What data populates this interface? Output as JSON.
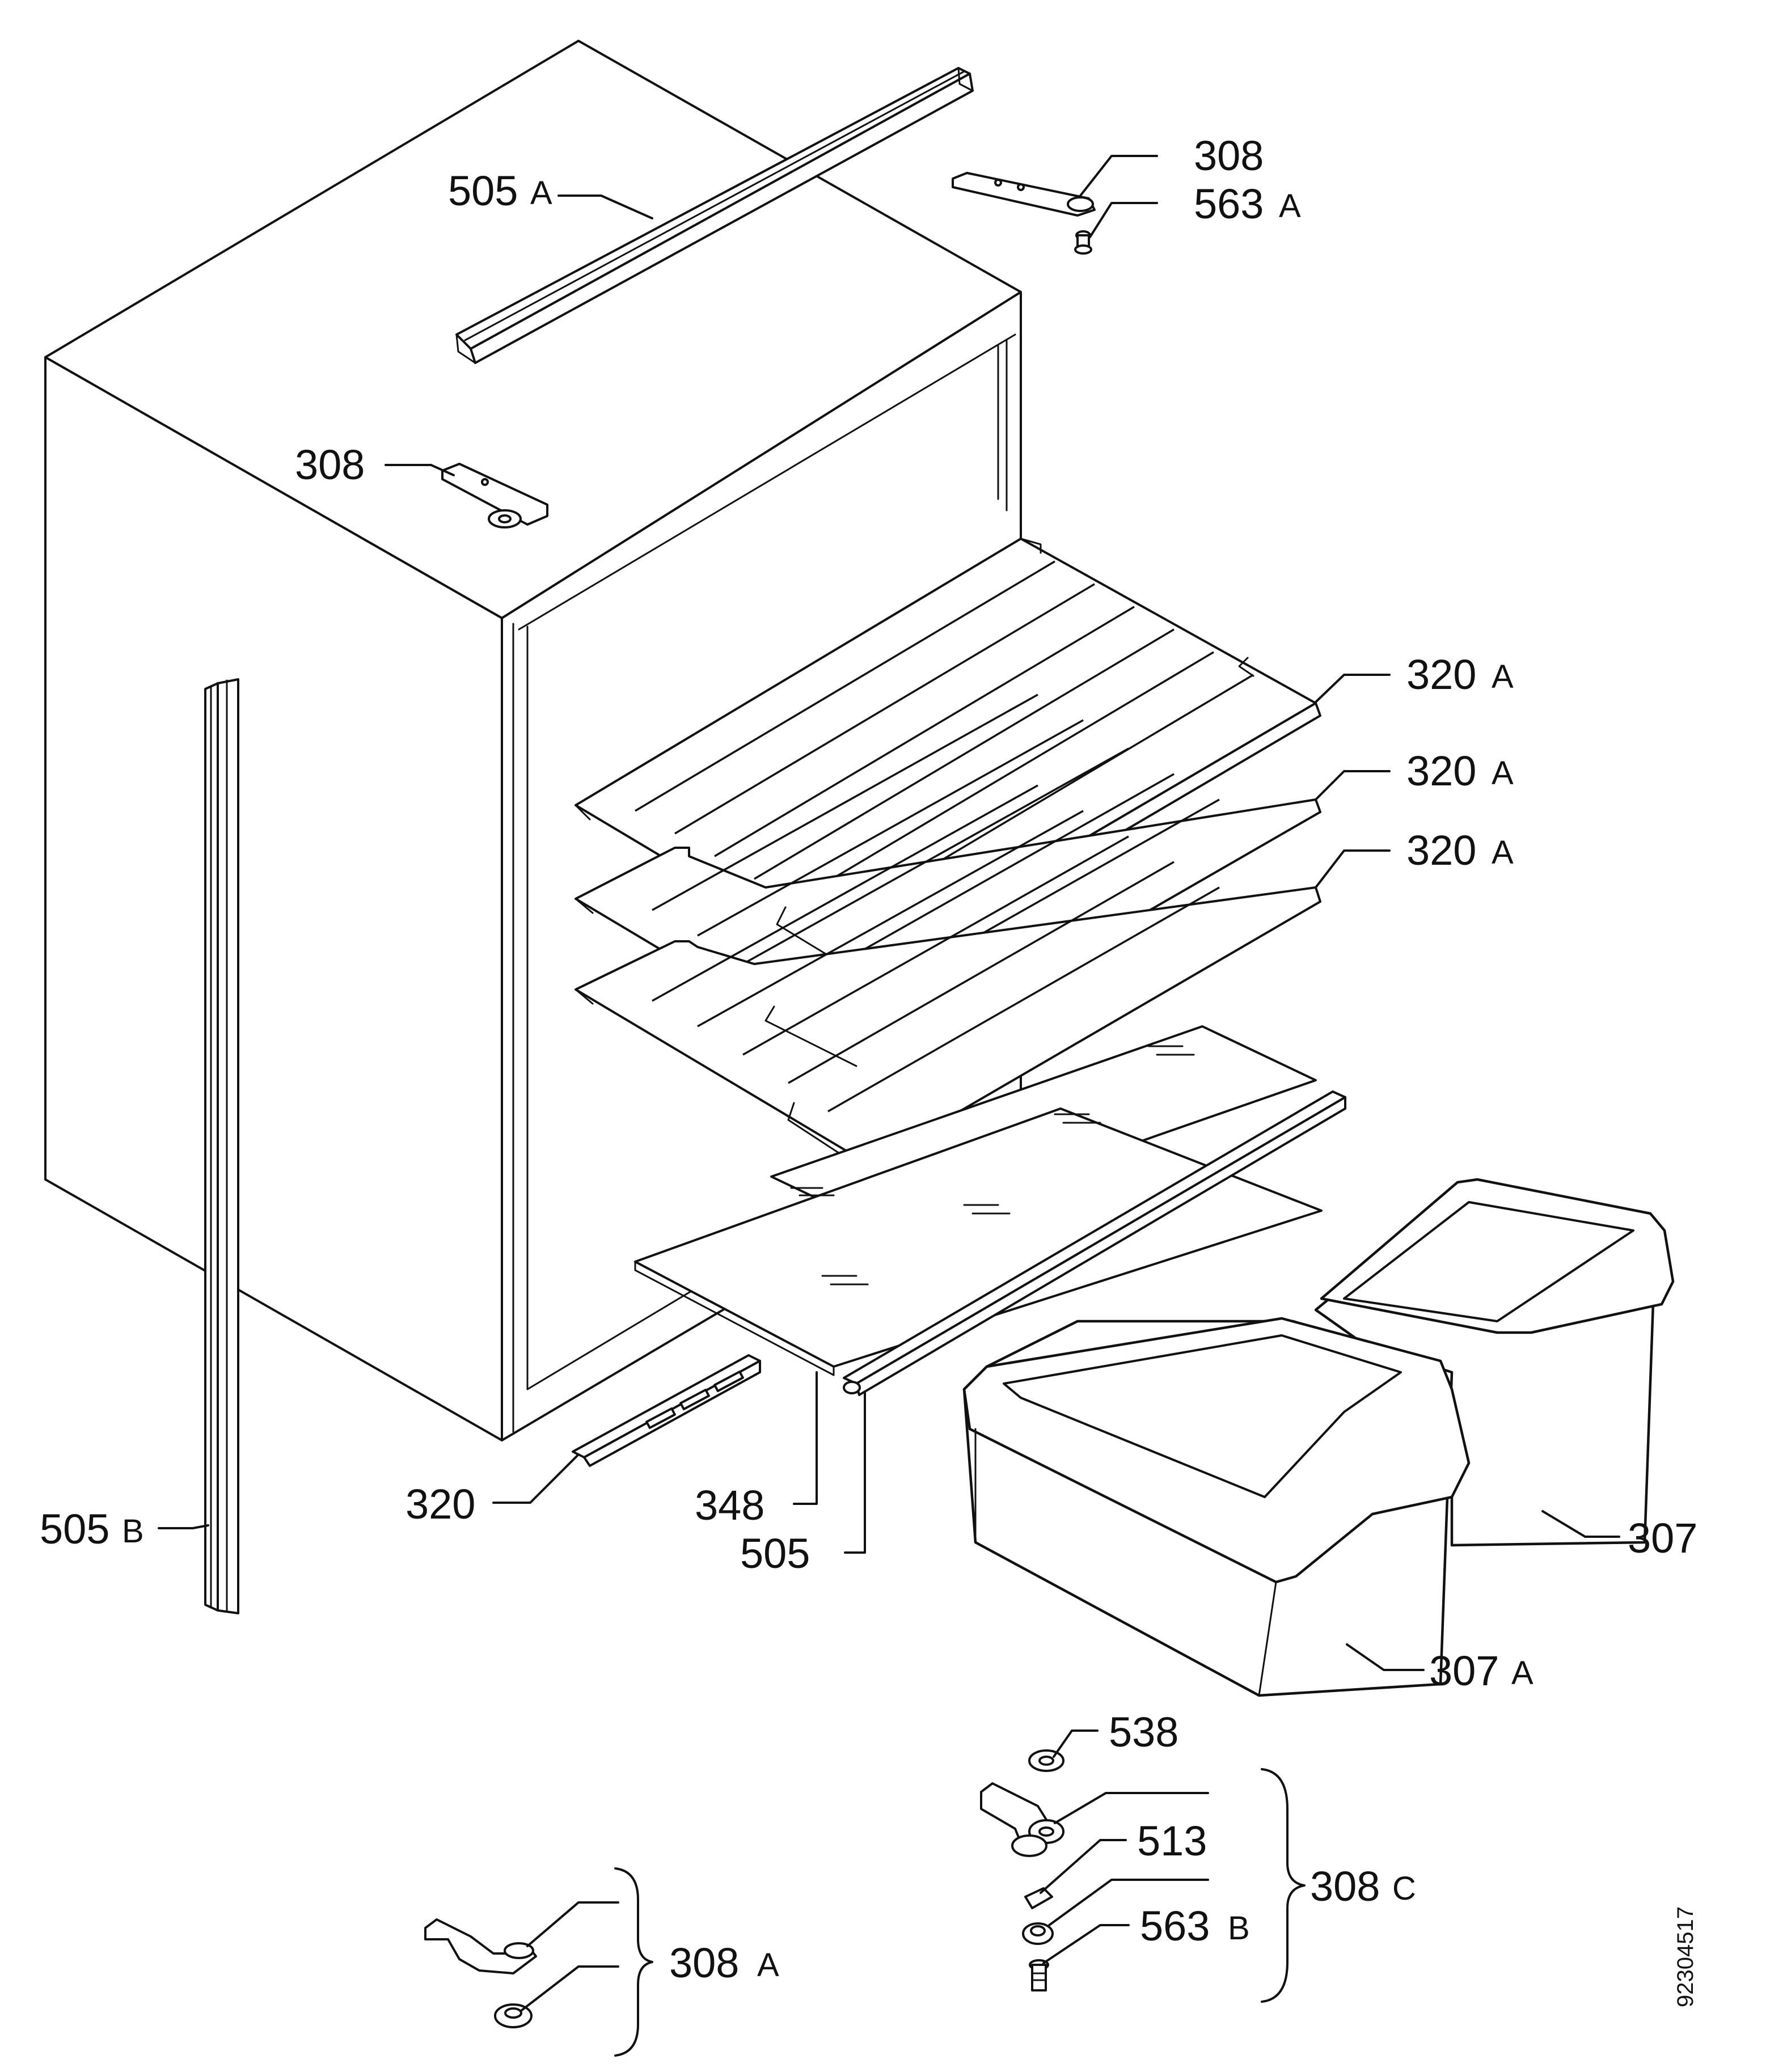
{
  "callouts": {
    "rail_top": {
      "num": "505",
      "suf": "A"
    },
    "hinge_top_right": {
      "num": "308",
      "suf": ""
    },
    "pin_top": {
      "num": "563",
      "suf": "A"
    },
    "hinge_top_left": {
      "num": "308",
      "suf": ""
    },
    "shelf_1": {
      "num": "320",
      "suf": "A"
    },
    "shelf_2": {
      "num": "320",
      "suf": "A"
    },
    "shelf_3": {
      "num": "320",
      "suf": "A"
    },
    "rail_bottom": {
      "num": "320",
      "suf": ""
    },
    "glass_shelf": {
      "num": "348",
      "suf": ""
    },
    "front_trim": {
      "num": "505",
      "suf": ""
    },
    "side_strip": {
      "num": "505",
      "suf": "B"
    },
    "drawer_right": {
      "num": "307",
      "suf": ""
    },
    "drawer_left": {
      "num": "307",
      "suf": "A"
    },
    "cap": {
      "num": "538",
      "suf": ""
    },
    "hinge_kit": {
      "num": "308",
      "suf": "C"
    },
    "washer": {
      "num": "513",
      "suf": ""
    },
    "pin_bottom": {
      "num": "563",
      "suf": "B"
    },
    "hinge_kit_small": {
      "num": "308",
      "suf": "A"
    }
  },
  "document_number": "92304517"
}
